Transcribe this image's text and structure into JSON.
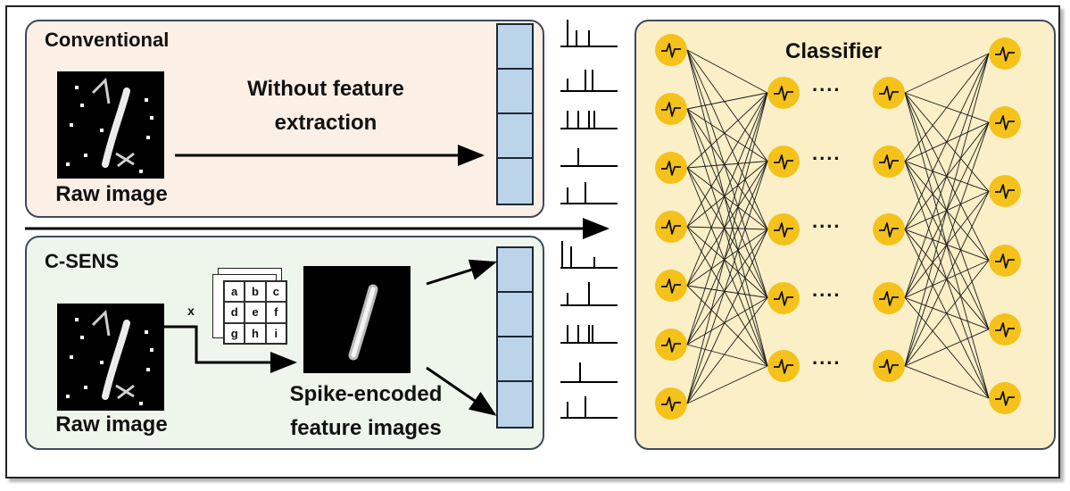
{
  "conventional": {
    "title": "Conventional",
    "arrow_label_line1": "Without feature",
    "arrow_label_line2": "extraction",
    "raw_image_label": "Raw image",
    "vector_cells": 4
  },
  "csens": {
    "title": "C-SENS",
    "raw_image_label": "Raw image",
    "multiply_label": "x",
    "kernel": [
      "a",
      "b",
      "c",
      "d",
      "e",
      "f",
      "g",
      "h",
      "i"
    ],
    "feature_label_line1": "Spike-encoded",
    "feature_label_line2": "feature images",
    "vector_cells": 4
  },
  "classifier": {
    "title": "Classifier",
    "input_neurons": 7,
    "hidden_rows": 5,
    "output_neurons": 6,
    "ellipsis": "....",
    "neuron_color": "#f5c21b",
    "panel_color": "#fbefc7"
  },
  "colors": {
    "conventional_panel": "#fcefe6",
    "csens_panel": "#eef5ea",
    "vector_fill": "#bcd4ea"
  },
  "icons": [
    "spike-waveform-icon",
    "arrow-icon"
  ]
}
